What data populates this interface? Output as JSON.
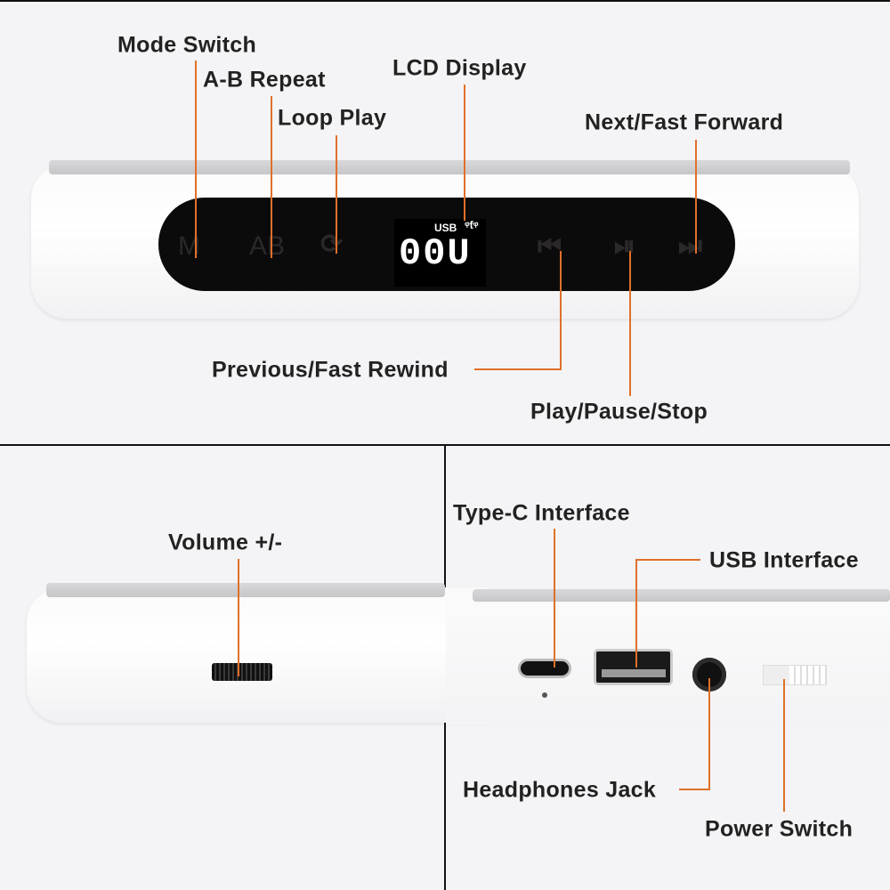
{
  "top_view": {
    "labels": {
      "mode_switch": "Mode Switch",
      "ab_repeat": "A-B Repeat",
      "loop_play": "Loop Play",
      "lcd_display": "LCD Display",
      "next_fast_forward": "Next/Fast Forward",
      "previous_fast_rewind": "Previous/Fast Rewind",
      "play_pause_stop": "Play/Pause/Stop"
    },
    "buttons": {
      "mode": "M",
      "ab": "AB",
      "loop": "⟳",
      "previous": "⏮",
      "play_pause": "⏯",
      "next": "⏭"
    },
    "lcd": {
      "source": "USB",
      "readout": "00U"
    }
  },
  "side_view_left": {
    "labels": {
      "volume": "Volume +/-"
    }
  },
  "side_view_right": {
    "labels": {
      "type_c": "Type-C Interface",
      "usb": "USB Interface",
      "headphones": "Headphones Jack",
      "power_switch": "Power Switch"
    }
  },
  "colors": {
    "callout_line": "#e0702a",
    "lcd_text": "#ffffff",
    "panel": "#0c0b0b"
  }
}
